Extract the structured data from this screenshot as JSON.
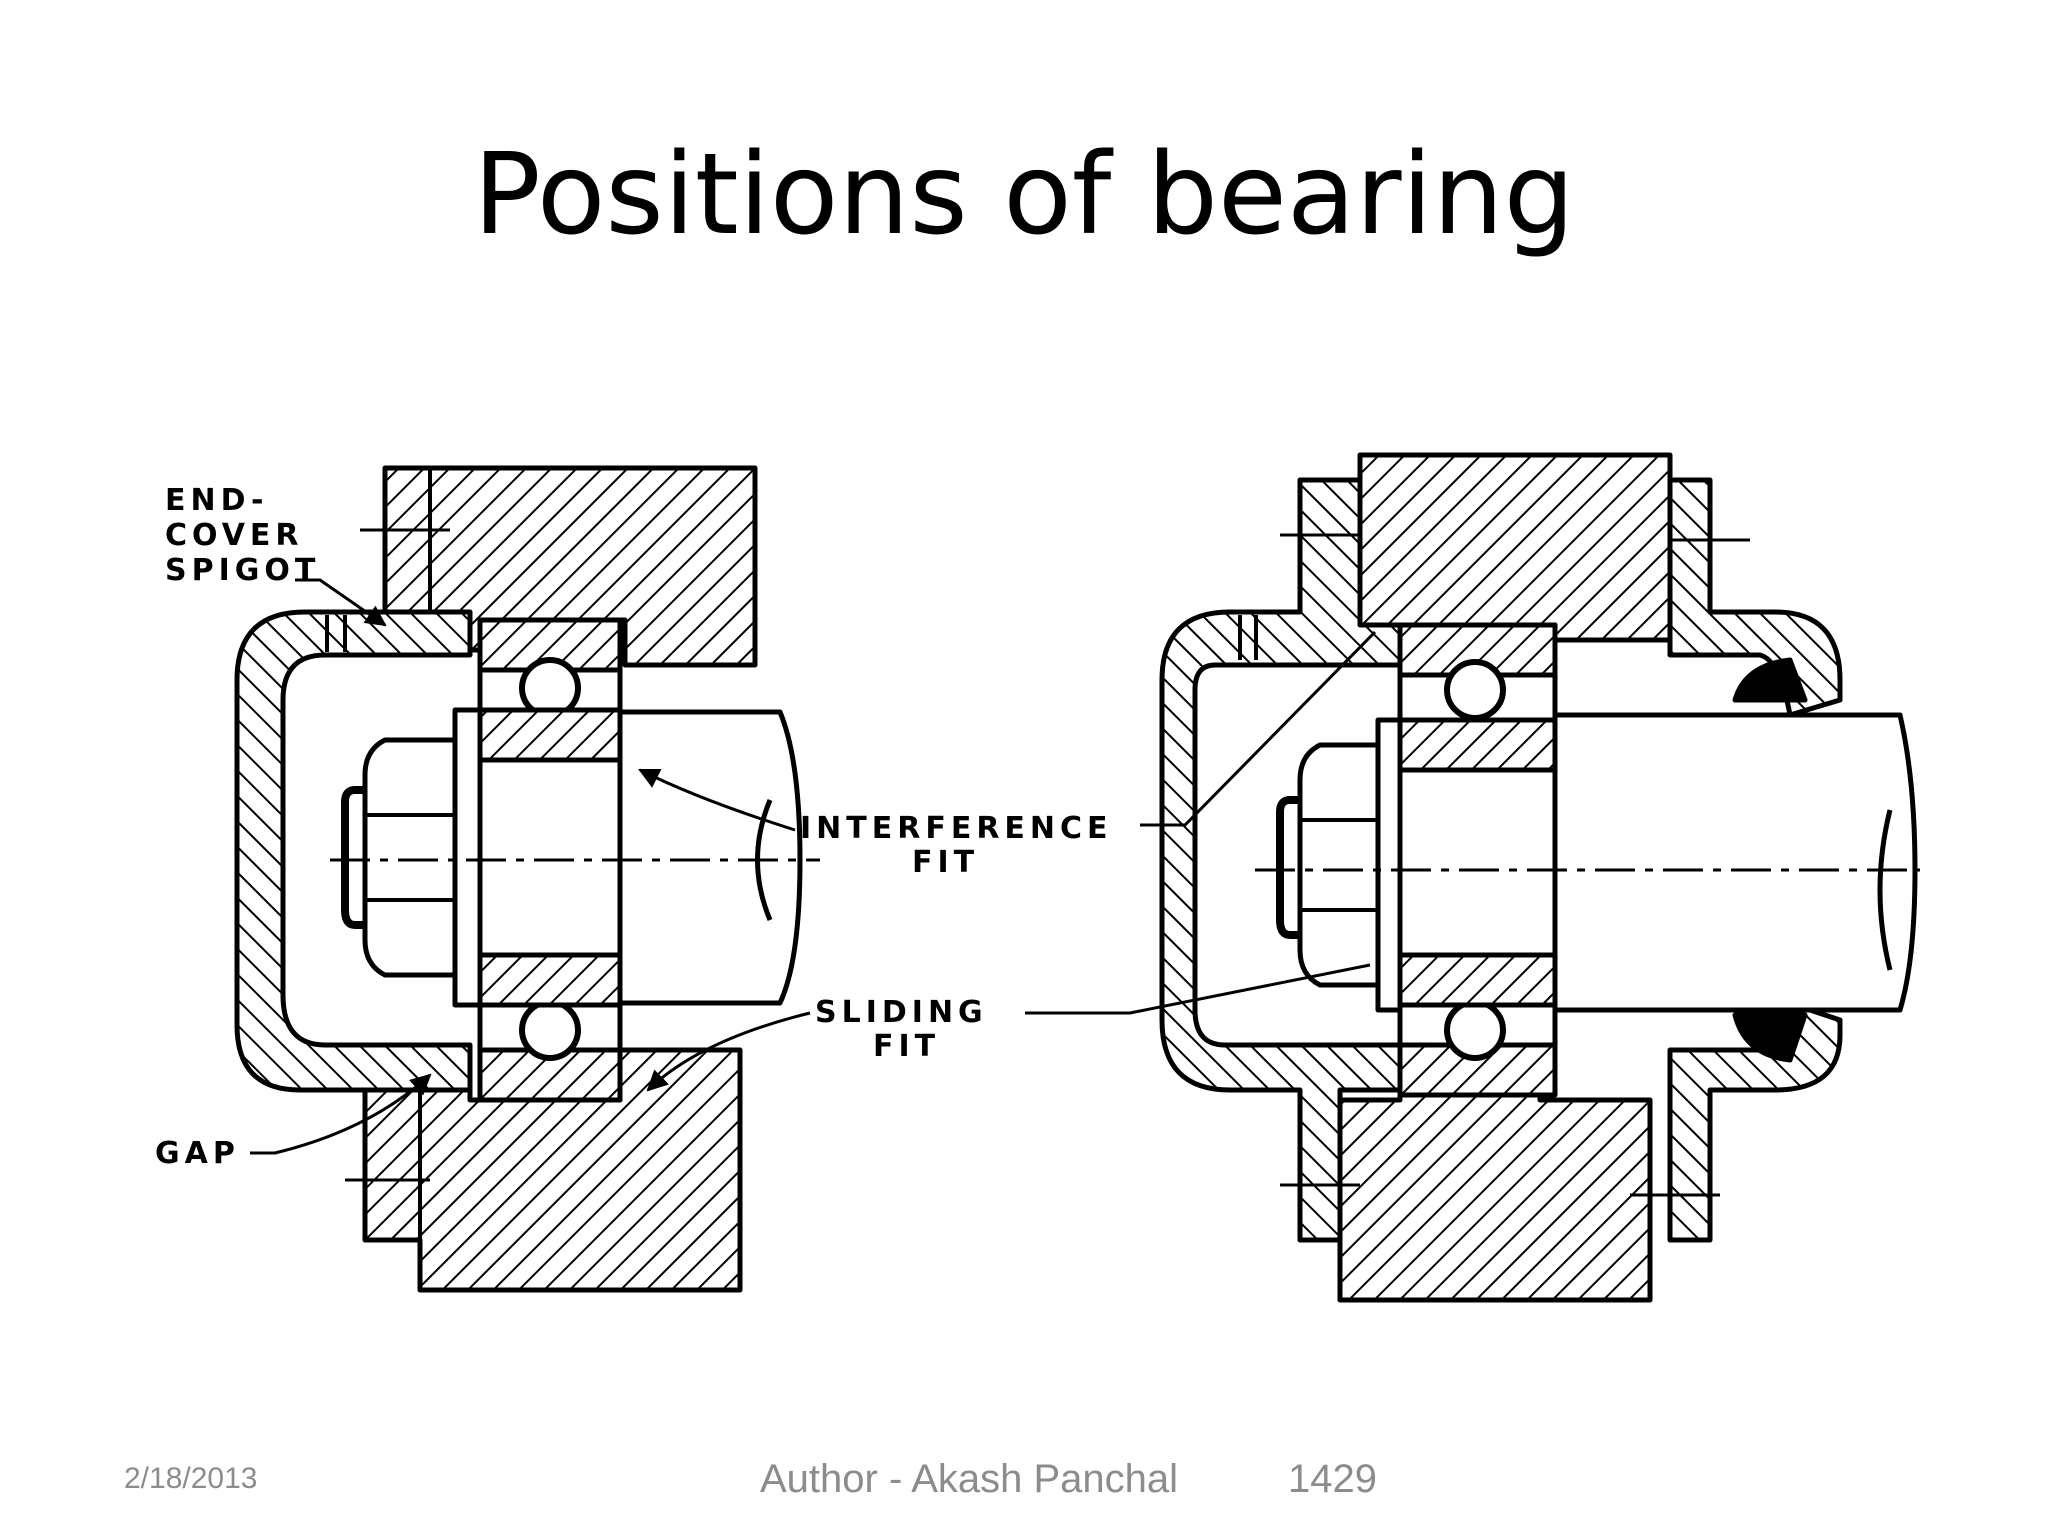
{
  "slide": {
    "title": "Positions of bearing"
  },
  "diagram": {
    "labels": {
      "end_cover_spigot": [
        "END-",
        "COVER",
        "SPIGOT"
      ],
      "interference_fit": [
        "INTERFERENCE",
        "FIT"
      ],
      "sliding_fit": [
        "SLIDING",
        "FIT"
      ],
      "gap": "GAP"
    }
  },
  "footer": {
    "date": "2/18/2013",
    "author": "Author - Akash Panchal",
    "page": "1429"
  },
  "colors": {
    "ink": "#000000",
    "background": "#ffffff",
    "footer_text": "#8c8c8c"
  }
}
